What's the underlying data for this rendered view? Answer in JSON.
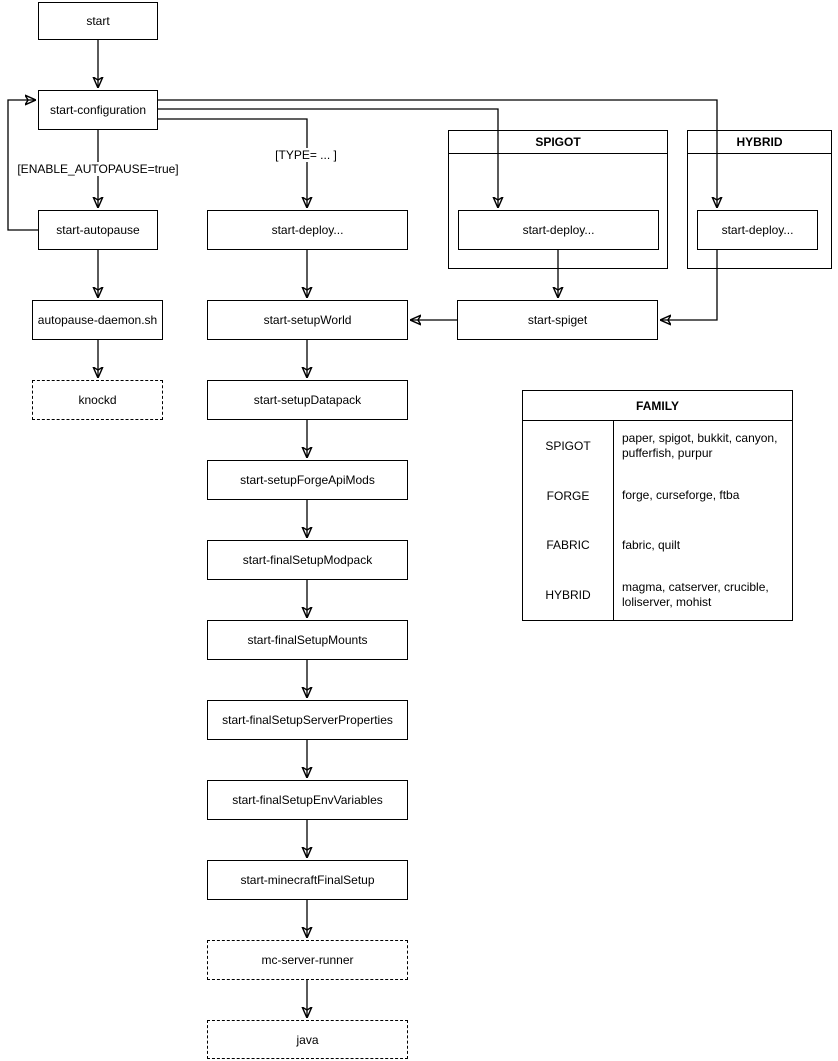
{
  "colors": {
    "stroke": "#000000",
    "background": "#ffffff"
  },
  "diagram": {
    "nodes": {
      "start": "start",
      "start_configuration": "start-configuration",
      "start_autopause": "start-autopause",
      "autopause_daemon": "autopause-daemon.sh",
      "knockd": "knockd",
      "deploy_main": "start-deploy...",
      "deploy_spigot": "start-deploy...",
      "deploy_hybrid": "start-deploy...",
      "setup_world": "start-setupWorld",
      "spiget": "start-spiget",
      "setup_datapack": "start-setupDatapack",
      "setup_forge_api_mods": "start-setupForgeApiMods",
      "final_setup_modpack": "start-finalSetupModpack",
      "final_setup_mounts": "start-finalSetupMounts",
      "final_setup_server_properties": "start-finalSetupServerProperties",
      "final_setup_env_variables": "start-finalSetupEnvVariables",
      "minecraft_final_setup": "start-minecraftFinalSetup",
      "mc_server_runner": "mc-server-runner",
      "java": "java"
    },
    "containers": {
      "spigot": "SPIGOT",
      "hybrid": "HYBRID"
    },
    "edge_labels": {
      "enable_autopause": "[ENABLE_AUTOPAUSE=true]",
      "type": "[TYPE= ... ]"
    }
  },
  "family_table": {
    "title": "FAMILY",
    "rows": [
      {
        "family": "SPIGOT",
        "servers": "paper, spigot, bukkit, canyon, pufferfish, purpur"
      },
      {
        "family": "FORGE",
        "servers": "forge, curseforge, ftba"
      },
      {
        "family": "FABRIC",
        "servers": "fabric, quilt"
      },
      {
        "family": "HYBRID",
        "servers": "magma, catserver, crucible, loliserver, mohist"
      }
    ]
  }
}
